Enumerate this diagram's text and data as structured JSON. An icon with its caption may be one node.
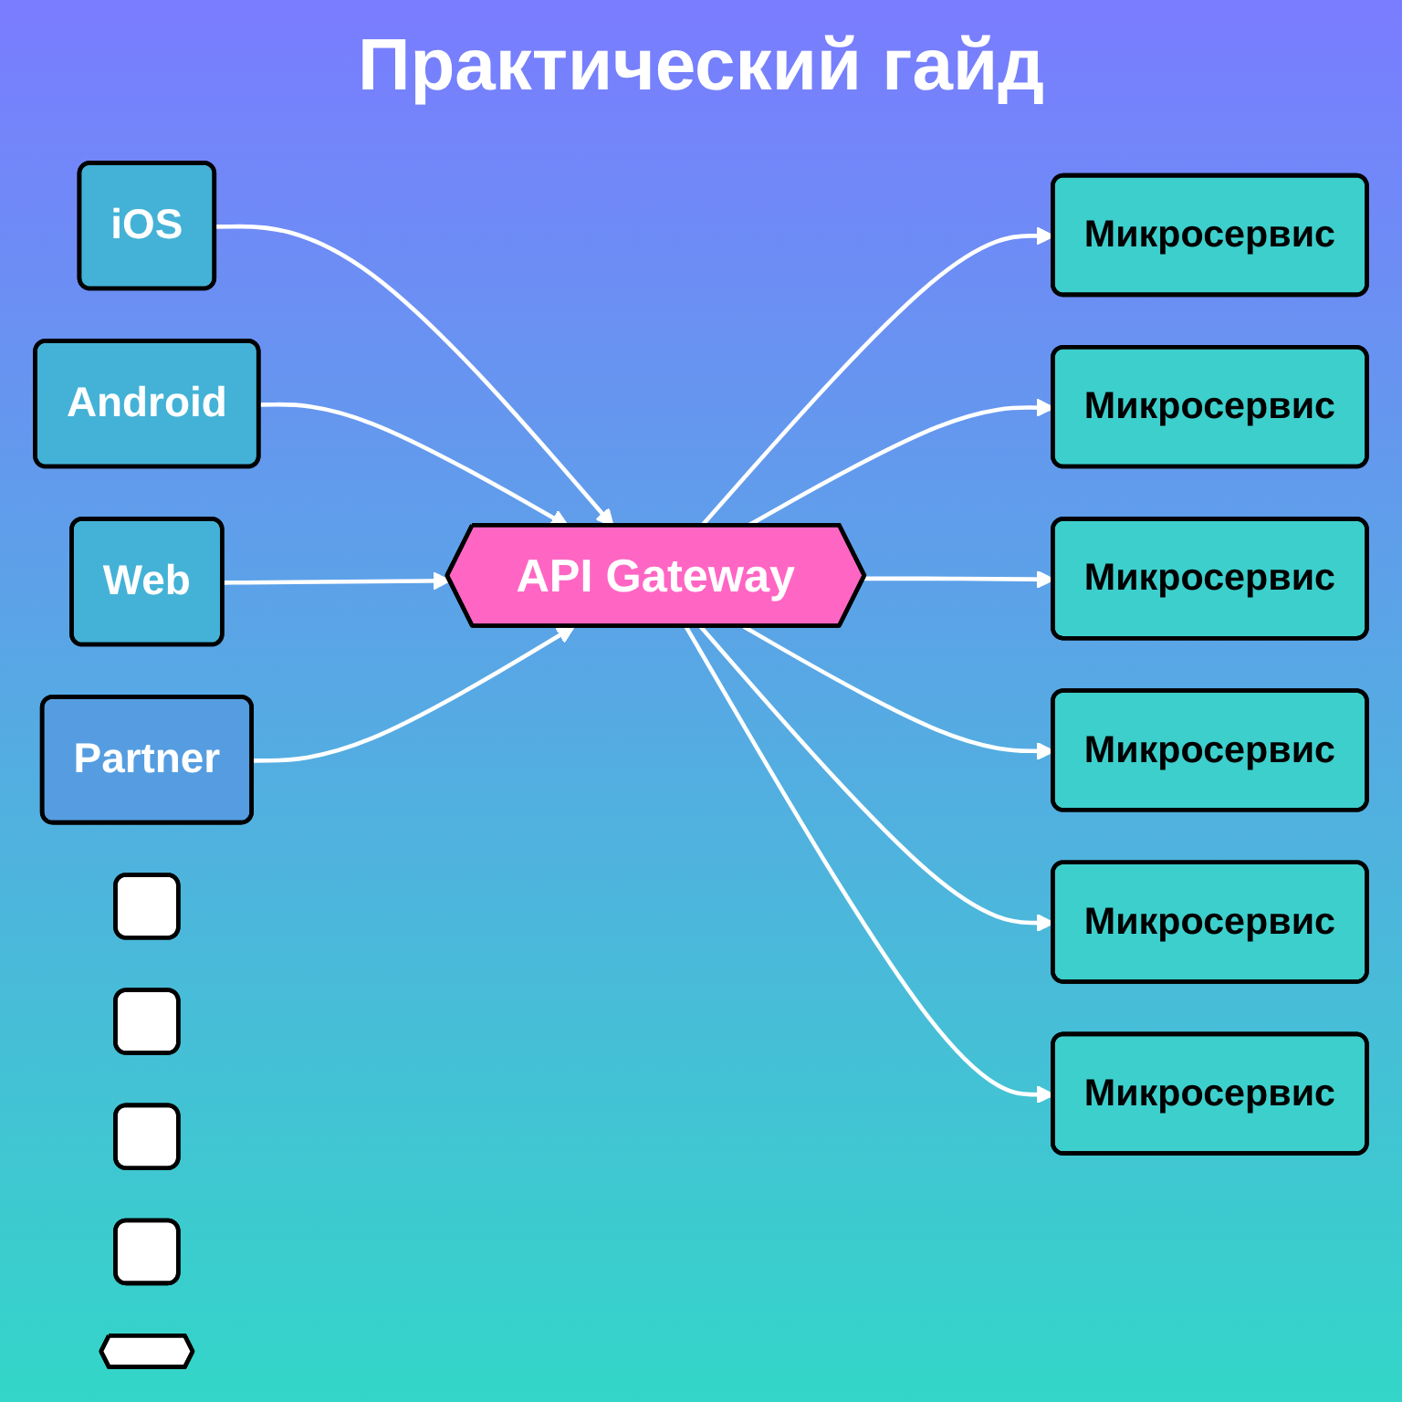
{
  "diagram": {
    "title": "Практический гайд",
    "nodes": [
      {
        "text": [
          "iOS"
        ]
      },
      {
        "text": [
          "Android"
        ]
      },
      {
        "text": [
          "Web"
        ]
      },
      {
        "text": [
          "Partner"
        ]
      },
      {
        "text": [
          "API Gateway"
        ]
      },
      {
        "text": [
          "Микросервис"
        ]
      },
      {
        "text": [
          "Микросервис"
        ]
      },
      {
        "text": [
          "Микросервис"
        ]
      },
      {
        "text": [
          "Микросервис"
        ]
      },
      {
        "text": [
          "Микросервис"
        ]
      },
      {
        "text": [
          "Микросервис"
        ]
      },
      {
        "text": [],
        "shape": "box"
      },
      {
        "text": [],
        "shape": "box"
      },
      {
        "text": [],
        "shape": "box"
      },
      {
        "text": [],
        "shape": "box"
      },
      {
        "text": [],
        "shape": "hexagon"
      }
    ],
    "edges": [
      {
        "from": 0,
        "to": 4,
        "arrow": "to"
      },
      {
        "from": 1,
        "to": 4,
        "arrow": "to"
      },
      {
        "from": 2,
        "to": 4,
        "arrow": "to"
      },
      {
        "from": 3,
        "to": 4,
        "arrow": "to"
      },
      {
        "from": 4,
        "to": 5,
        "arrow": "to"
      },
      {
        "from": 4,
        "to": 6,
        "arrow": "to"
      },
      {
        "from": 4,
        "to": 7,
        "arrow": "to"
      },
      {
        "from": 4,
        "to": 8,
        "arrow": "to"
      },
      {
        "from": 4,
        "to": 9,
        "arrow": "to"
      },
      {
        "from": 4,
        "to": 10,
        "arrow": "to"
      }
    ]
  }
}
